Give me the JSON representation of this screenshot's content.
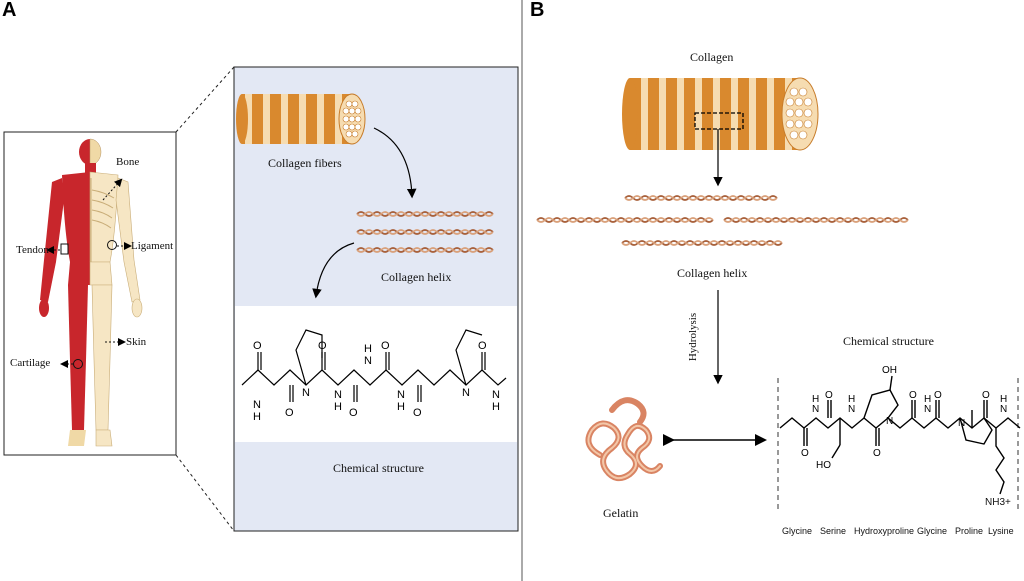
{
  "panel_a": {
    "letter": "A",
    "body_labels": {
      "bone": "Bone",
      "tendon": "Tendon",
      "ligament": "Ligament",
      "skin": "Skin",
      "cartilage": "Cartilage"
    },
    "collagen_fibers": "Collagen fibers",
    "collagen_helix": "Collagen helix",
    "chemical_structure": "Chemical structure"
  },
  "panel_b": {
    "letter": "B",
    "collagen": "Collagen",
    "collagen_helix": "Collagen helix",
    "hydrolysis": "Hydrolysis",
    "chemical_structure": "Chemical structure",
    "gelatin": "Gelatin",
    "nh3": "NH3+",
    "amino_acids": [
      "Glycine",
      "Serine",
      "Hydroxyproline",
      "Glycine",
      "Proline",
      "Lysine"
    ]
  },
  "colors": {
    "collagen_orange": "#d9892e",
    "collagen_light": "#f6dcb1",
    "helix_brown": "#a8603a",
    "muscle_red": "#c8262c",
    "bone_tan": "#f0d9a6",
    "gelatin_pink": "#e39a7a",
    "panel_bg": "#e3e8f4"
  }
}
